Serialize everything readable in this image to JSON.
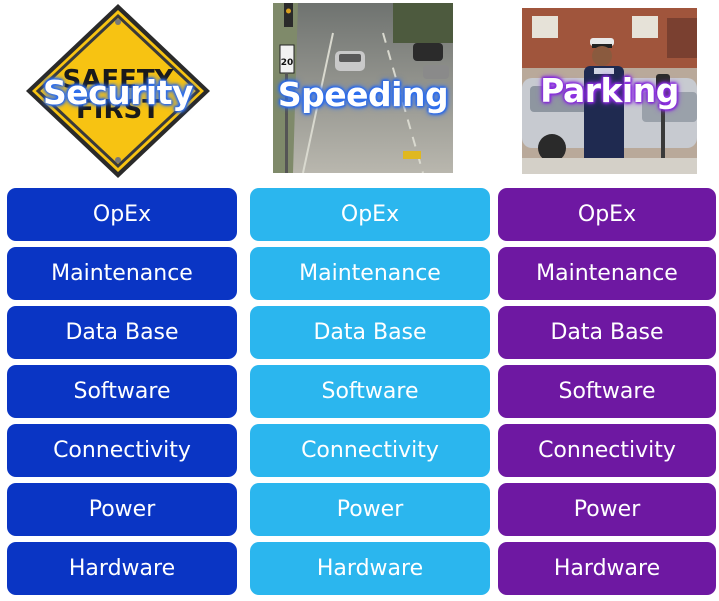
{
  "columns": [
    {
      "title": "Security",
      "image": "safety-first-sign",
      "image_text": [
        "SAFETY",
        "FIRST"
      ],
      "color": "#0a35c4",
      "layers": [
        "OpEx",
        "Maintenance",
        "Data Base",
        "Software",
        "Connectivity",
        "Power",
        "Hardware"
      ]
    },
    {
      "title": "Speeding",
      "image": "traffic-camera-road",
      "color": "#2bb6ee",
      "layers": [
        "OpEx",
        "Maintenance",
        "Data Base",
        "Software",
        "Connectivity",
        "Power",
        "Hardware"
      ]
    },
    {
      "title": "Parking",
      "image": "parking-officer-street",
      "color": "#6e18a2",
      "layers": [
        "OpEx",
        "Maintenance",
        "Data Base",
        "Software",
        "Connectivity",
        "Power",
        "Hardware"
      ]
    }
  ]
}
